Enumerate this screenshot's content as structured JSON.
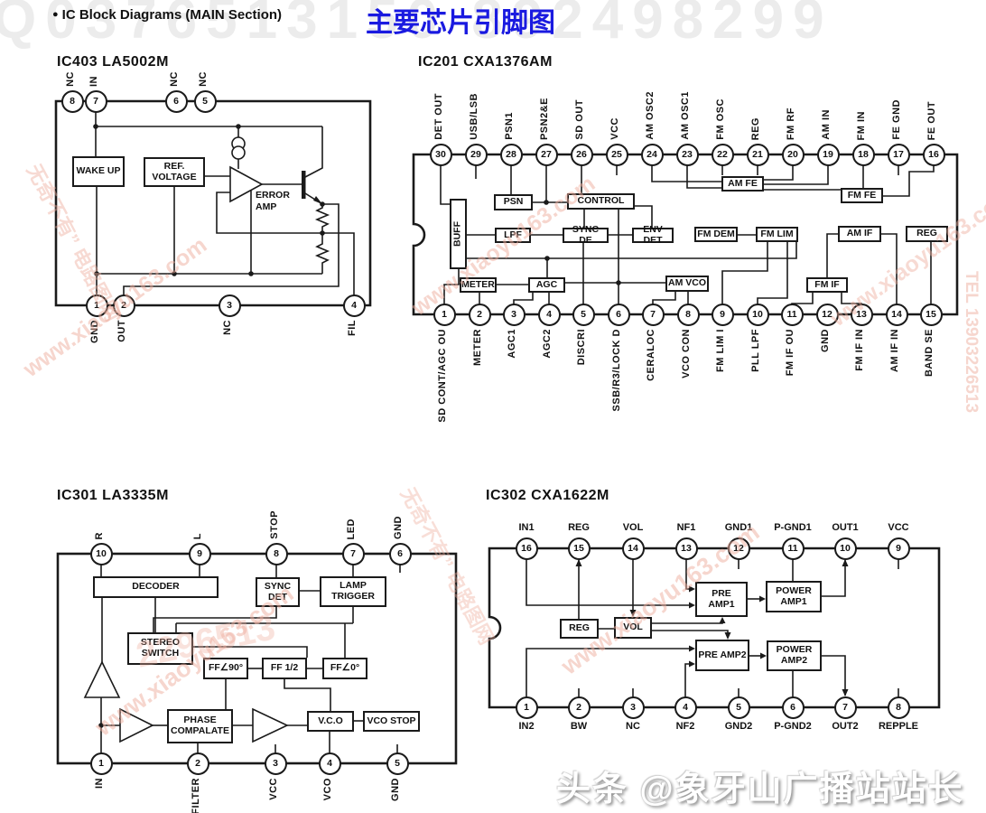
{
  "header": {
    "bullet": "●",
    "title": "IC Block Diagrams (MAIN Section)",
    "title_cn": "主要芯片引脚图"
  },
  "watermarks": {
    "top": "Q0376513150   892498299",
    "site": "www.xiaoyu163.com",
    "cn": "无奇不有” 电路图网",
    "tel": "TEL 13903226513",
    "num": "2296513",
    "footer": "头条 @象牙山广播站站长"
  },
  "ic403": {
    "title": "IC403  LA5002M",
    "top_pins": [
      {
        "num": "8",
        "label": "NC"
      },
      {
        "num": "7",
        "label": "IN"
      },
      {
        "num": "6",
        "label": "NC"
      },
      {
        "num": "5",
        "label": "NC"
      }
    ],
    "bottom_pins": [
      {
        "num": "1",
        "label": "GND"
      },
      {
        "num": "2",
        "label": "OUT"
      },
      {
        "num": "3",
        "label": "NC"
      },
      {
        "num": "4",
        "label": "FIL"
      }
    ],
    "blocks": {
      "wake_up": "WAKE UP",
      "ref_voltage": "REF. VOLTAGE"
    },
    "labels": {
      "error_amp": "ERROR AMP"
    }
  },
  "ic201": {
    "title": "IC201 CXA1376AM",
    "top_pins": [
      {
        "num": "30",
        "label": "DET OUT"
      },
      {
        "num": "29",
        "label": "USB/LSB"
      },
      {
        "num": "28",
        "label": "PSN1"
      },
      {
        "num": "27",
        "label": "PSN2&E"
      },
      {
        "num": "26",
        "label": "SD OUT"
      },
      {
        "num": "25",
        "label": "VCC"
      },
      {
        "num": "24",
        "label": "AM OSC2"
      },
      {
        "num": "23",
        "label": "AM OSC1"
      },
      {
        "num": "22",
        "label": "FM OSC"
      },
      {
        "num": "21",
        "label": "REG"
      },
      {
        "num": "20",
        "label": "FM RF"
      },
      {
        "num": "19",
        "label": "AM IN"
      },
      {
        "num": "18",
        "label": "FM IN"
      },
      {
        "num": "17",
        "label": "FE GND"
      },
      {
        "num": "16",
        "label": "FE OUT"
      }
    ],
    "bottom_pins": [
      {
        "num": "1",
        "label": "SD CONT/AGC OU"
      },
      {
        "num": "2",
        "label": "METER"
      },
      {
        "num": "3",
        "label": "AGC1"
      },
      {
        "num": "4",
        "label": "AGC2"
      },
      {
        "num": "5",
        "label": "DISCRI"
      },
      {
        "num": "6",
        "label": "SSB/R3/LOCK D"
      },
      {
        "num": "7",
        "label": "CERALOC"
      },
      {
        "num": "8",
        "label": "VCO CON"
      },
      {
        "num": "9",
        "label": "FM LIM I"
      },
      {
        "num": "10",
        "label": "PLL LPF"
      },
      {
        "num": "11",
        "label": "FM IF OU"
      },
      {
        "num": "12",
        "label": "GND"
      },
      {
        "num": "13",
        "label": "FM IF IN"
      },
      {
        "num": "14",
        "label": "AM IF IN"
      },
      {
        "num": "15",
        "label": "BAND SE"
      }
    ],
    "blocks": {
      "buff": "BUFF",
      "psn": "PSN",
      "control": "CONTROL",
      "lpf": "LPF",
      "sync_de": "SYNC DE",
      "env_det": "ENV DET",
      "fm_dem": "FM DEM",
      "fm_lim": "FM LIM",
      "am_if": "AM IF",
      "reg": "REG",
      "meter": "METER",
      "agc": "AGC",
      "am_vco": "AM VCO",
      "fm_if": "FM IF",
      "am_fe": "AM FE",
      "fm_fe": "FM FE"
    }
  },
  "ic301": {
    "title": "IC301  LA3335M",
    "top_pins": [
      {
        "num": "10",
        "label": "R"
      },
      {
        "num": "9",
        "label": "L"
      },
      {
        "num": "8",
        "label": "STOP"
      },
      {
        "num": "7",
        "label": "LED"
      },
      {
        "num": "6",
        "label": "GND"
      }
    ],
    "bottom_pins": [
      {
        "num": "1",
        "label": "IN"
      },
      {
        "num": "2",
        "label": "FILTER"
      },
      {
        "num": "3",
        "label": "VCC"
      },
      {
        "num": "4",
        "label": "VCO"
      },
      {
        "num": "5",
        "label": "GND"
      }
    ],
    "blocks": {
      "decoder": "DECODER",
      "sync_det": "SYNC DET",
      "lamp_trigger": "LAMP TRIGGER",
      "stereo_switch": "STEREO SWITCH",
      "ff90": "FF∠90°",
      "ff12": "FF 1/2",
      "ff0": "FF∠0°",
      "phase": "PHASE COMPALATE",
      "vco": "V.C.O",
      "vco_stop": "VCO STOP"
    }
  },
  "ic302": {
    "title": "IC302  CXA1622M",
    "top_pins": [
      {
        "num": "16",
        "label": "IN1"
      },
      {
        "num": "15",
        "label": "REG"
      },
      {
        "num": "14",
        "label": "VOL"
      },
      {
        "num": "13",
        "label": "NF1"
      },
      {
        "num": "12",
        "label": "GND1"
      },
      {
        "num": "11",
        "label": "P-GND1"
      },
      {
        "num": "10",
        "label": "OUT1"
      },
      {
        "num": "9",
        "label": "VCC"
      }
    ],
    "bottom_pins": [
      {
        "num": "1",
        "label": "IN2"
      },
      {
        "num": "2",
        "label": "BW"
      },
      {
        "num": "3",
        "label": "NC"
      },
      {
        "num": "4",
        "label": "NF2"
      },
      {
        "num": "5",
        "label": "GND2"
      },
      {
        "num": "6",
        "label": "P-GND2"
      },
      {
        "num": "7",
        "label": "OUT2"
      },
      {
        "num": "8",
        "label": "REPPLE"
      }
    ],
    "blocks": {
      "pre_amp1": "PRE AMP1",
      "power_amp1": "POWER AMP1",
      "reg": "REG",
      "vol": "VOL",
      "pre_amp2": "PRE AMP2",
      "power_amp2": "POWER AMP2"
    }
  }
}
